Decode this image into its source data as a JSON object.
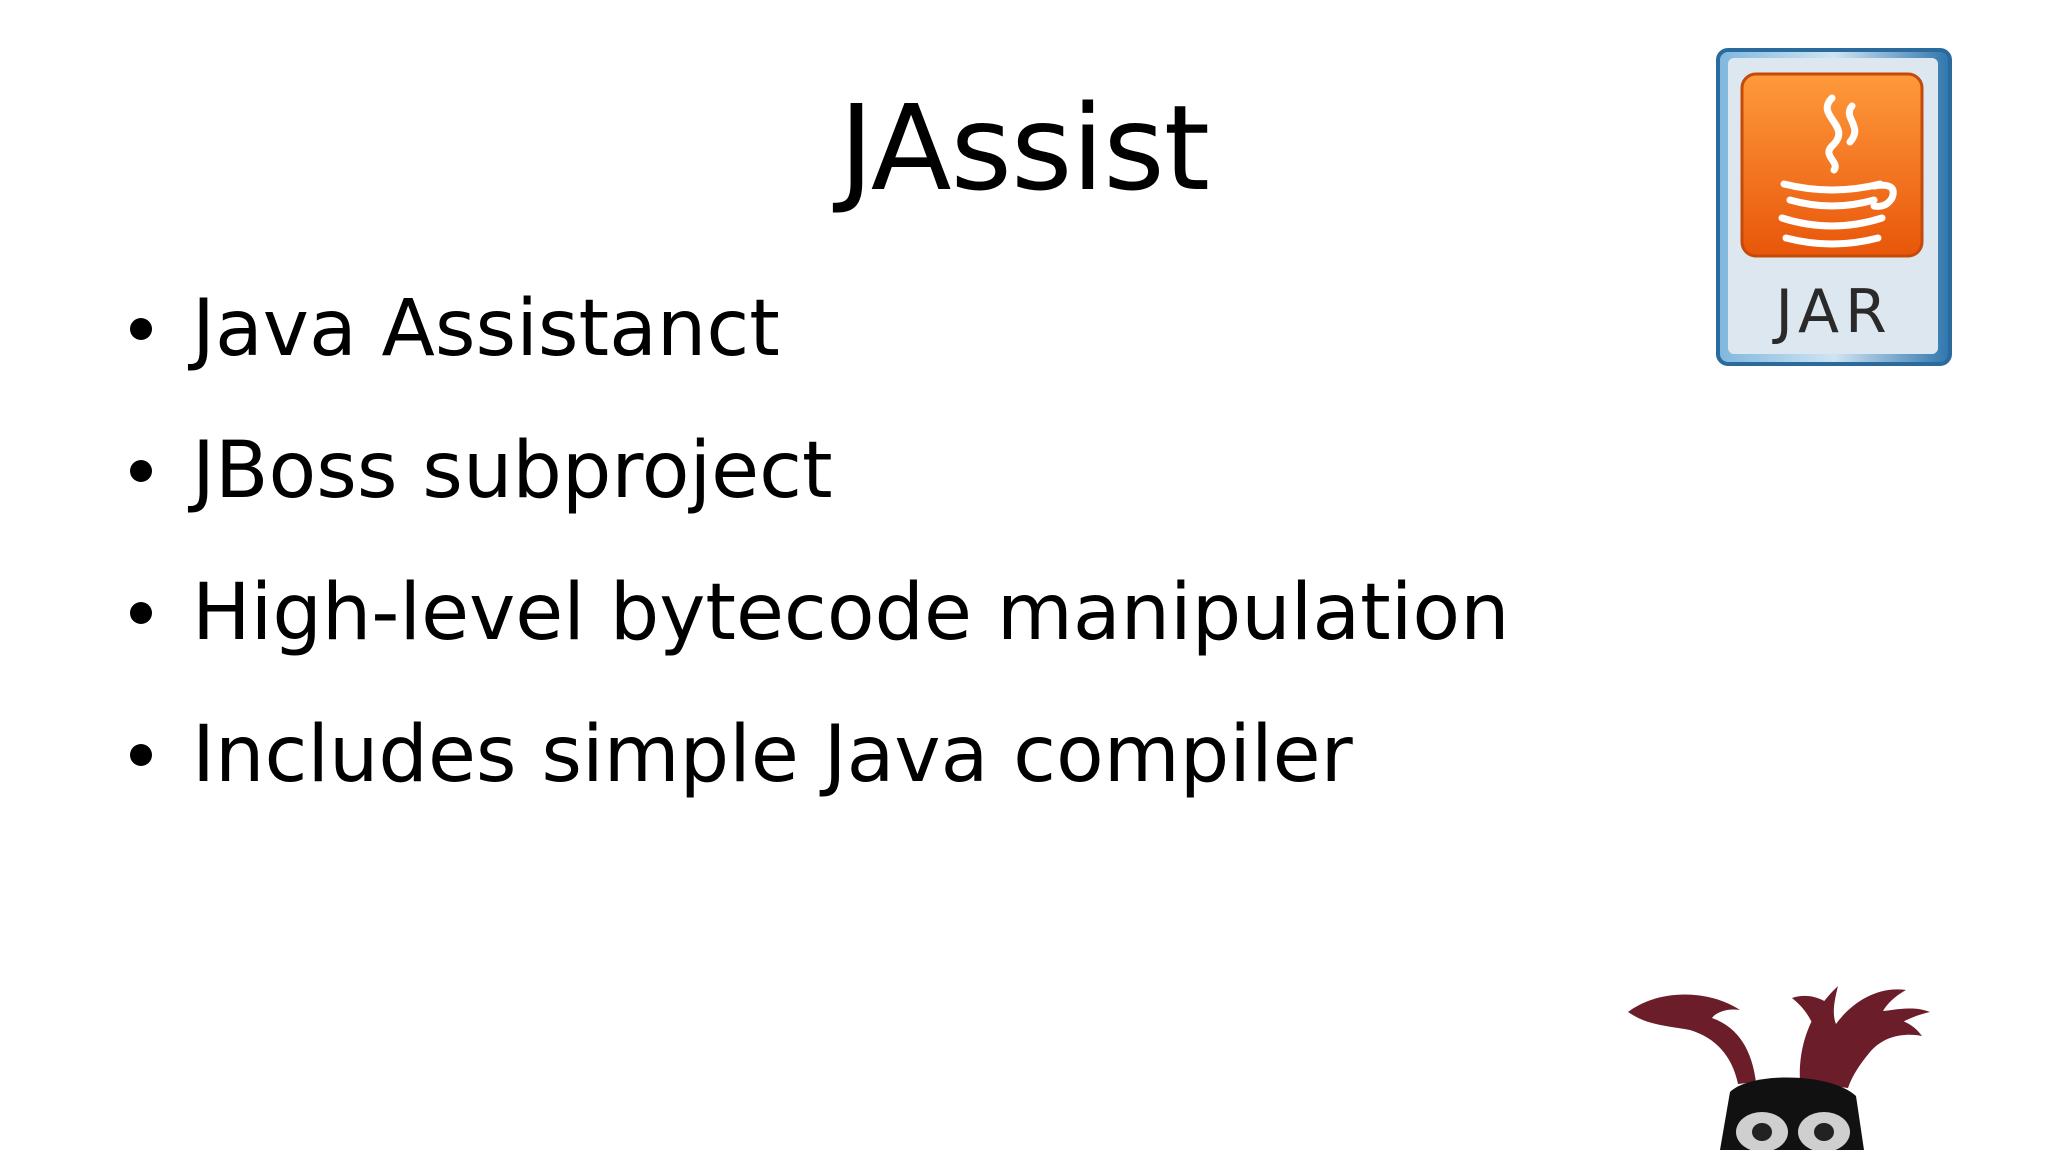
{
  "slide": {
    "title": "JAssist",
    "bullets": [
      "Java Assistanct",
      "JBoss subproject",
      "High-level bytecode manipulation",
      "Includes simple Java compiler"
    ],
    "jar_icon_label": "JAR",
    "icons": [
      "java-coffee-cup-icon",
      "jar-file-icon",
      "mascot-creature-icon"
    ]
  },
  "colors": {
    "background": "#ffffff",
    "text": "#000000",
    "jar_orange": "#f26a12",
    "jar_frame": "#3f8fc6",
    "mascot_hair": "#6b1e2a"
  }
}
